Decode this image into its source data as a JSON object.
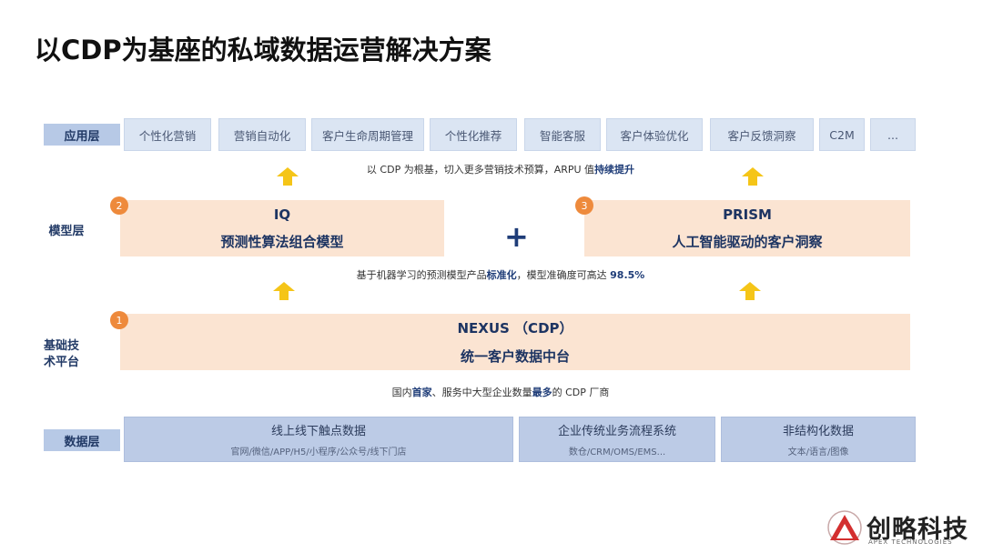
{
  "title": "以CDP为基座的私域数据运营解决方案",
  "layers": {
    "app": "应用层",
    "model": "模型层",
    "base": "基础技\n术平台",
    "data": "数据层"
  },
  "app_items": [
    "个性化营销",
    "营销自动化",
    "客户生命周期管理",
    "个性化推荐",
    "智能客服",
    "客户体验优化",
    "客户反馈洞察",
    "C2M",
    "..."
  ],
  "notes": {
    "top_pre": "以 CDP 为根基，切入更多营销技术预算，ARPU 值",
    "top_bold": "持续提升",
    "mid_pre": "基于机器学习的预测模型产品",
    "mid_bold": "标准化",
    "mid_post": "，模型准确度可高达 ",
    "mid_value": "98.5%",
    "bot_pre": "国内",
    "bot_bold1": "首家",
    "bot_mid": "、服务中大型企业数量",
    "bot_bold2": "最多",
    "bot_post": "的 CDP 厂商"
  },
  "models": {
    "iq": {
      "badge": "2",
      "line1": "IQ",
      "line2": "预测性算法组合模型"
    },
    "prism": {
      "badge": "3",
      "line1": "PRISM",
      "line2": "人工智能驱动的客户洞察"
    },
    "plus": "+"
  },
  "nexus": {
    "badge": "1",
    "line1": "NEXUS （CDP）",
    "line2": "统一客户数据中台"
  },
  "data_items": [
    {
      "title": "线上线下触点数据",
      "sub": "官网/微信/APP/H5/小程序/公众号/线下门店"
    },
    {
      "title": "企业传统业务流程系统",
      "sub": "数仓/CRM/OMS/EMS..."
    },
    {
      "title": "非结构化数据",
      "sub": "文本/语言/图像"
    }
  ],
  "logo": {
    "name": "创略科技",
    "sub": "APEX TECHNOLOGIES"
  },
  "colors": {
    "accent_orange": "#ee8a3c",
    "arrow_yellow": "#f5c518",
    "model_fill": "#fbe4d2",
    "app_fill": "#dbe5f3",
    "label_fill": "#b7c9e6",
    "navy": "#1f3d78"
  }
}
